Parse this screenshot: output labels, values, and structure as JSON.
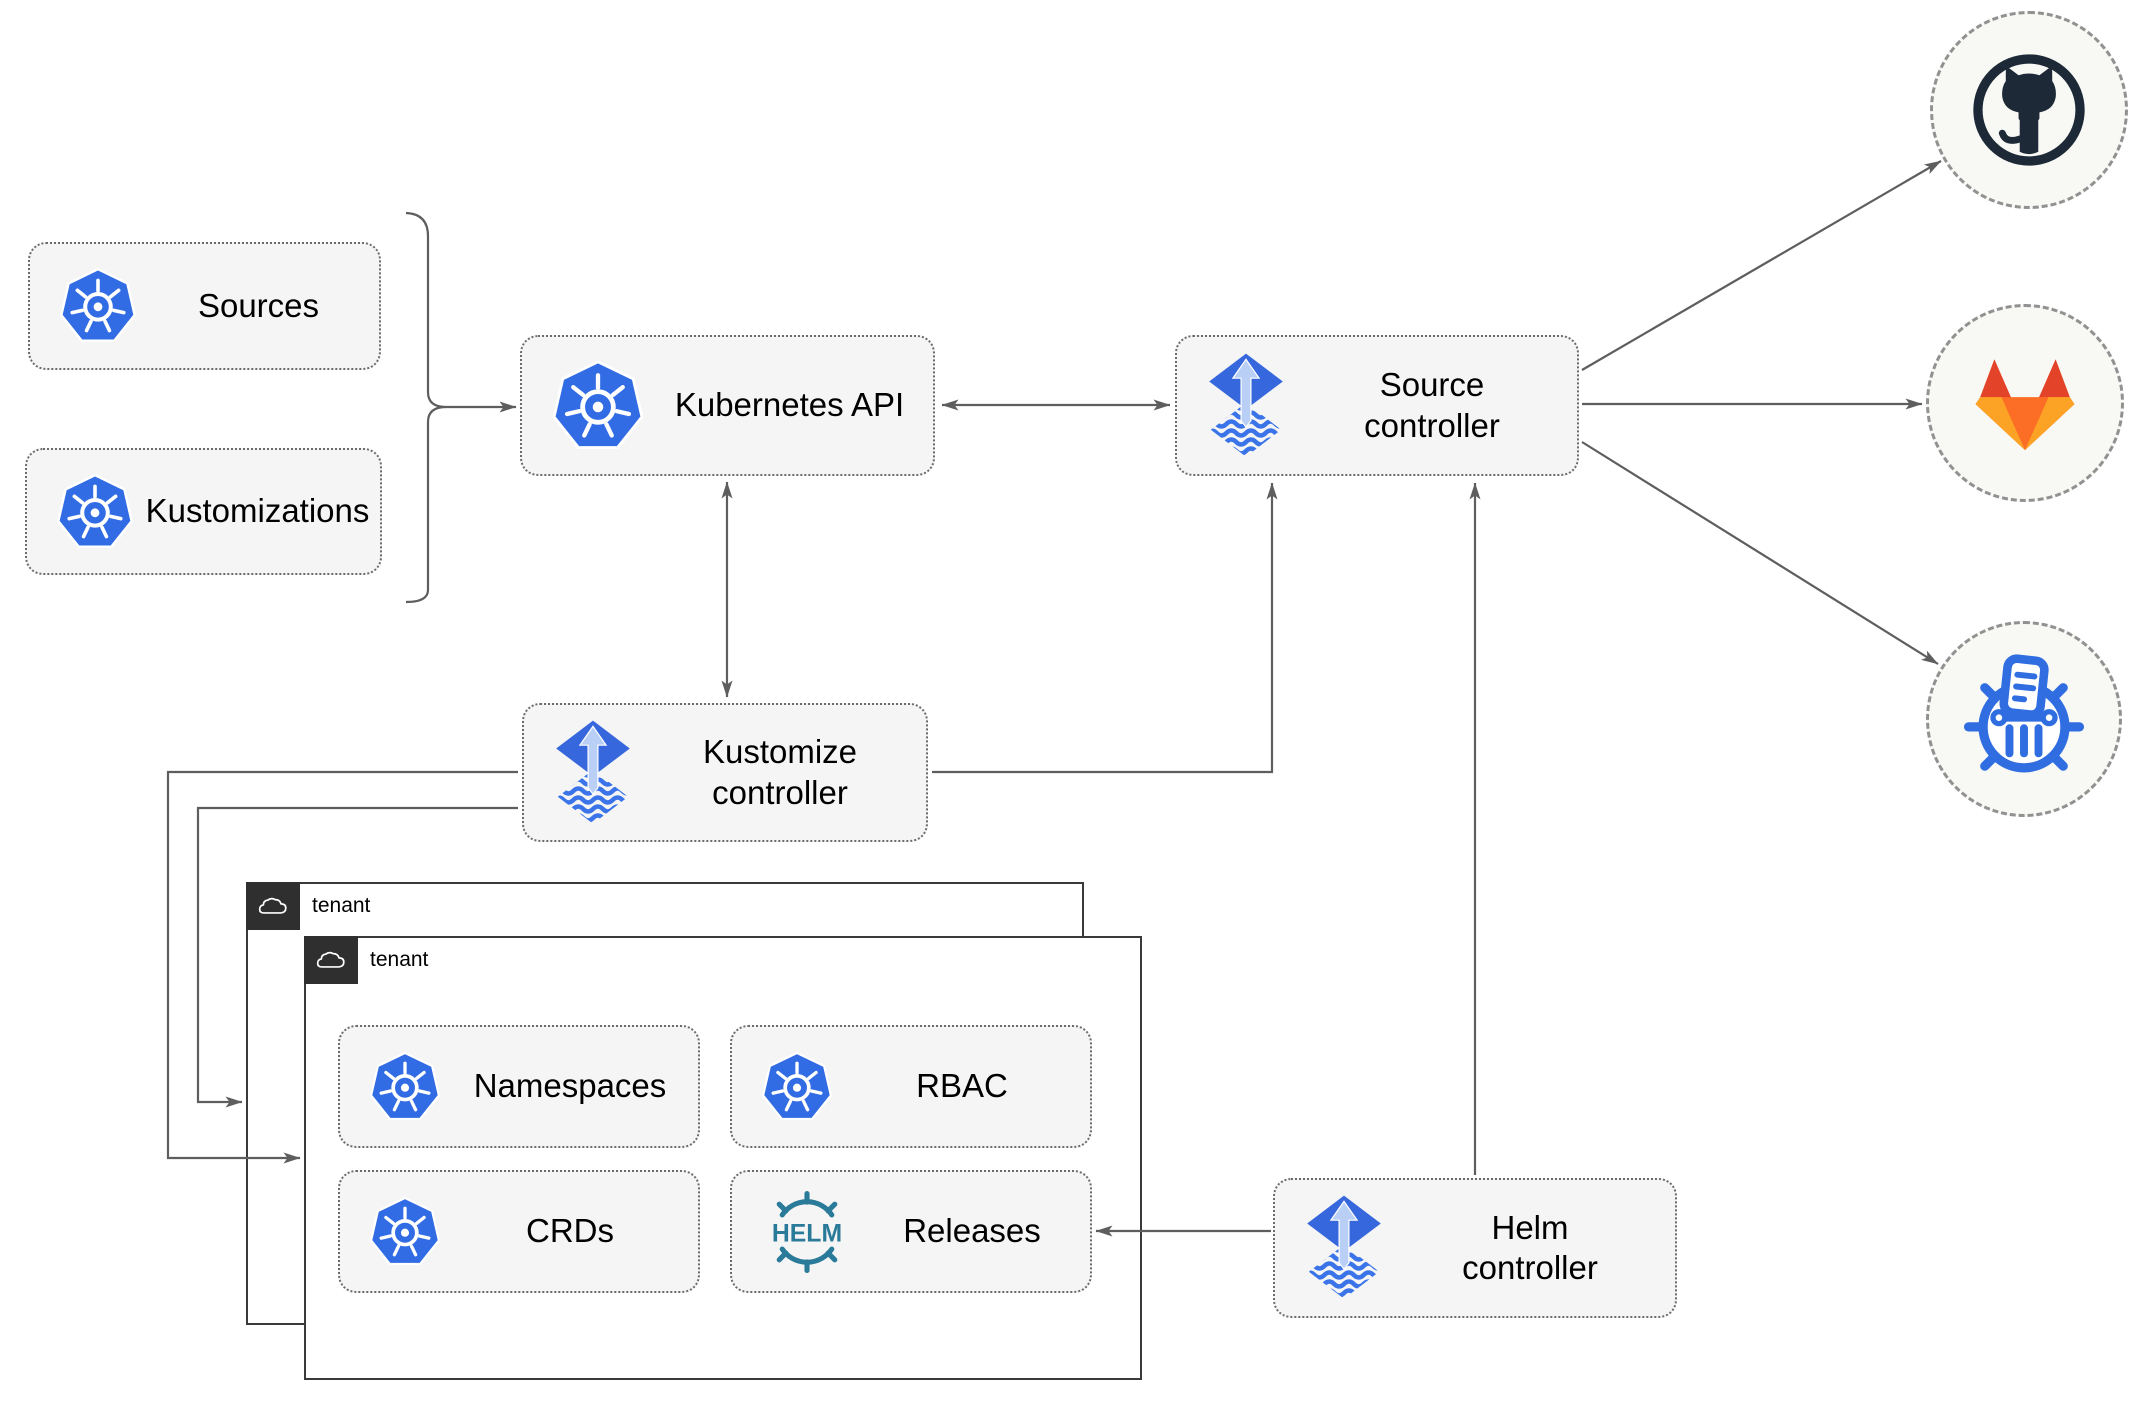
{
  "nodes": {
    "sources": {
      "label": "Sources",
      "icon": "kubernetes"
    },
    "kustomizations": {
      "label": "Kustomizations",
      "icon": "kubernetes"
    },
    "kubernetes_api": {
      "label": "Kubernetes API",
      "icon": "kubernetes"
    },
    "source_controller": {
      "label": "Source controller",
      "icon": "flux"
    },
    "kustomize_controller": {
      "label": "Kustomize controller",
      "icon": "flux"
    },
    "helm_controller": {
      "label": "Helm controller",
      "icon": "flux"
    },
    "namespaces": {
      "label": "Namespaces",
      "icon": "kubernetes"
    },
    "rbac": {
      "label": "RBAC",
      "icon": "kubernetes"
    },
    "crds": {
      "label": "CRDs",
      "icon": "kubernetes"
    },
    "releases": {
      "label": "Releases",
      "icon": "helm"
    }
  },
  "containers": {
    "tenant_outer": {
      "label": "tenant",
      "icon": "cloud"
    },
    "tenant_inner": {
      "label": "tenant",
      "icon": "cloud"
    }
  },
  "external_endpoints": {
    "github": {
      "icon": "github-icon"
    },
    "gitlab": {
      "icon": "gitlab-icon"
    },
    "chartmuseum": {
      "icon": "chartmuseum-icon"
    }
  },
  "icon_text": {
    "helm": "HELM"
  },
  "colors": {
    "kubernetes_blue": "#326ce5",
    "flux_diamond_blue": "#3767dd",
    "flux_wave_blue": "#3b74e8",
    "flux_arrow_light": "#b9cff5",
    "helm_teal": "#2a7a99",
    "github_dark": "#1d2936",
    "gitlab_red": "#e24329",
    "gitlab_orange": "#fc6d26",
    "gitlab_amber": "#fca326",
    "chartmuseum_blue": "#2f6de0",
    "node_fill": "#f5f5f5",
    "edge_gray": "#5e5e5e",
    "tenant_border": "#3a3a3a",
    "tenant_tab": "#2f2f2f"
  }
}
